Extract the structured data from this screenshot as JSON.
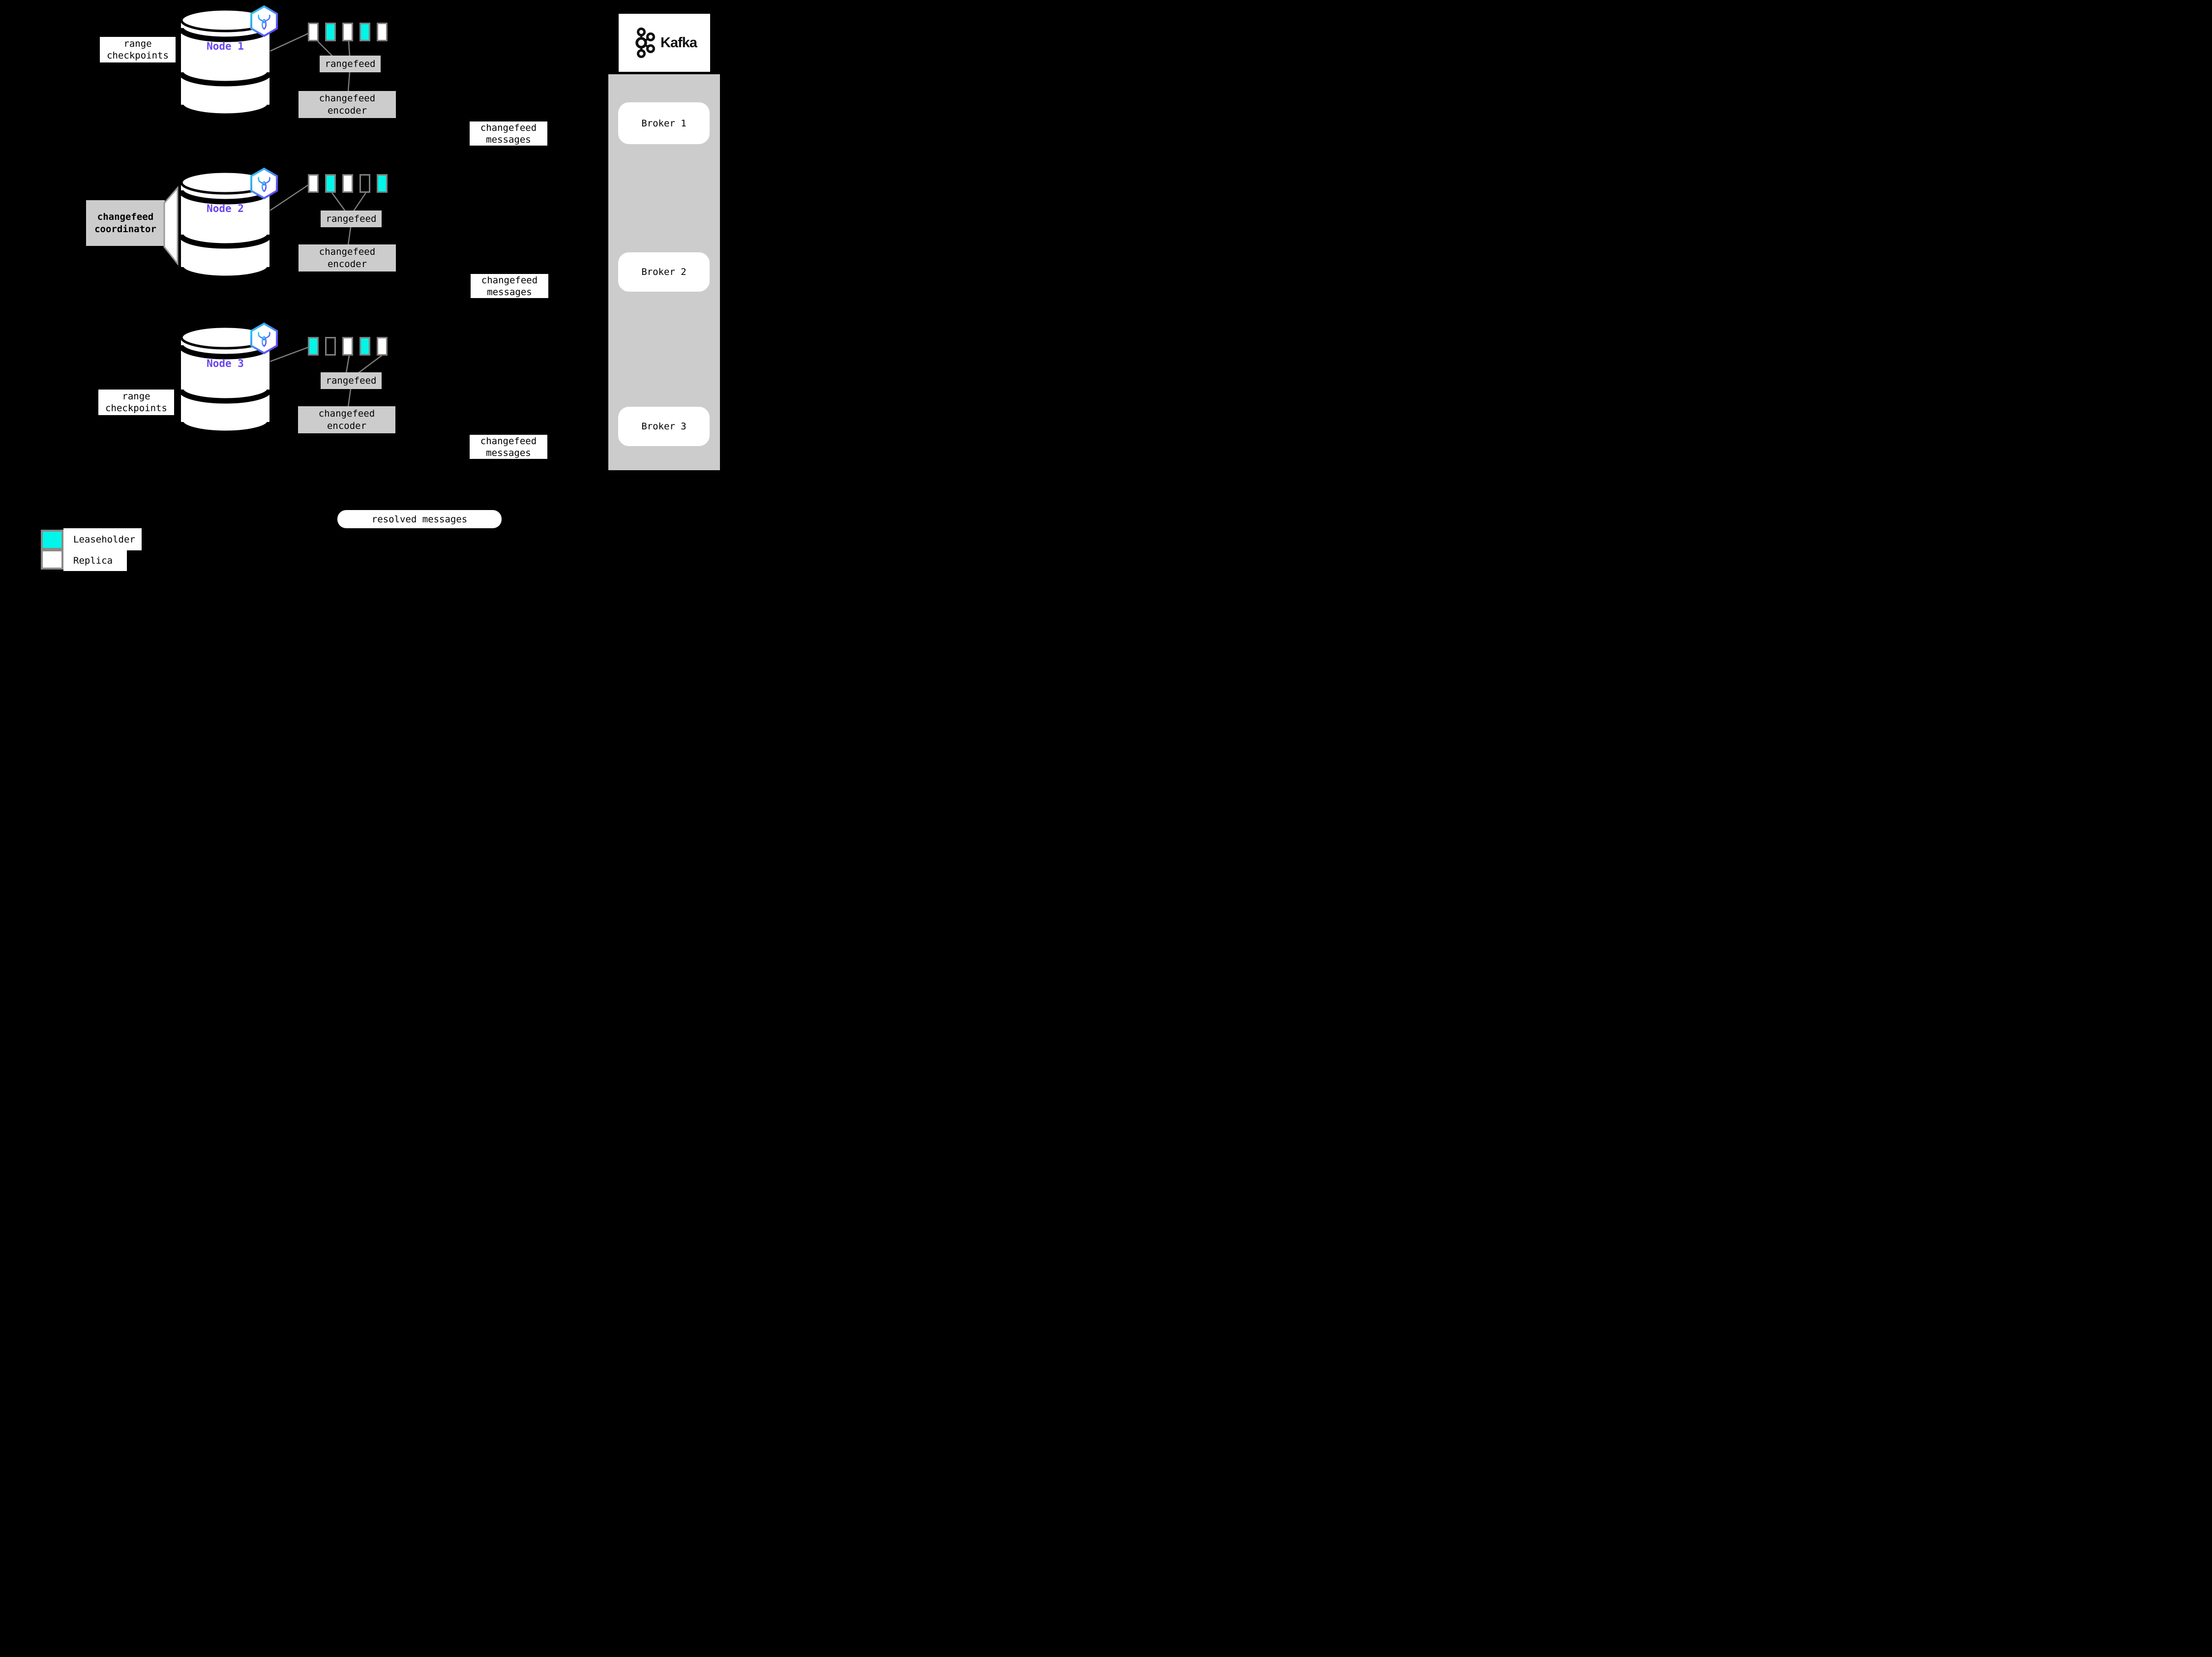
{
  "colors": {
    "background": "#000000",
    "leaseholder": "#00f6e8",
    "replica": "#ffffff",
    "node_label": "#6b46ef",
    "panel": "#cccccc",
    "line": "#7f7f7f",
    "swatch_border": "#8a8a8a",
    "range_border": "#7d7d7d",
    "hexagon_gradient_start": "#24d9f4",
    "hexagon_gradient_end": "#6933ff"
  },
  "nodes": [
    {
      "name": "Node 1",
      "side_label": "range checkpoints",
      "ranges": [
        "replica",
        "leaseholder",
        "replica",
        "leaseholder",
        "replica"
      ],
      "rangefeed_label": "rangefeed",
      "encoder_label": "changefeed encoder",
      "message_label": "changefeed messages"
    },
    {
      "name": "Node 2",
      "side_label": "changefeed coordinator",
      "ranges": [
        "replica",
        "leaseholder",
        "replica",
        "none",
        "leaseholder"
      ],
      "rangefeed_label": "rangefeed",
      "encoder_label": "changefeed encoder",
      "message_label": "changefeed messages"
    },
    {
      "name": "Node 3",
      "side_label": "range checkpoints",
      "ranges": [
        "leaseholder",
        "none",
        "replica",
        "leaseholder",
        "replica"
      ],
      "rangefeed_label": "rangefeed",
      "encoder_label": "changefeed encoder",
      "message_label": "changefeed messages"
    }
  ],
  "kafka": {
    "brand": "Kafka",
    "brokers": [
      {
        "label": "Broker 1"
      },
      {
        "label": "Broker 2"
      },
      {
        "label": "Broker 3"
      }
    ]
  },
  "resolved_label": "resolved messages",
  "legend": [
    {
      "label": "Leaseholder",
      "type": "leaseholder"
    },
    {
      "label": "Replica",
      "type": "replica"
    }
  ]
}
